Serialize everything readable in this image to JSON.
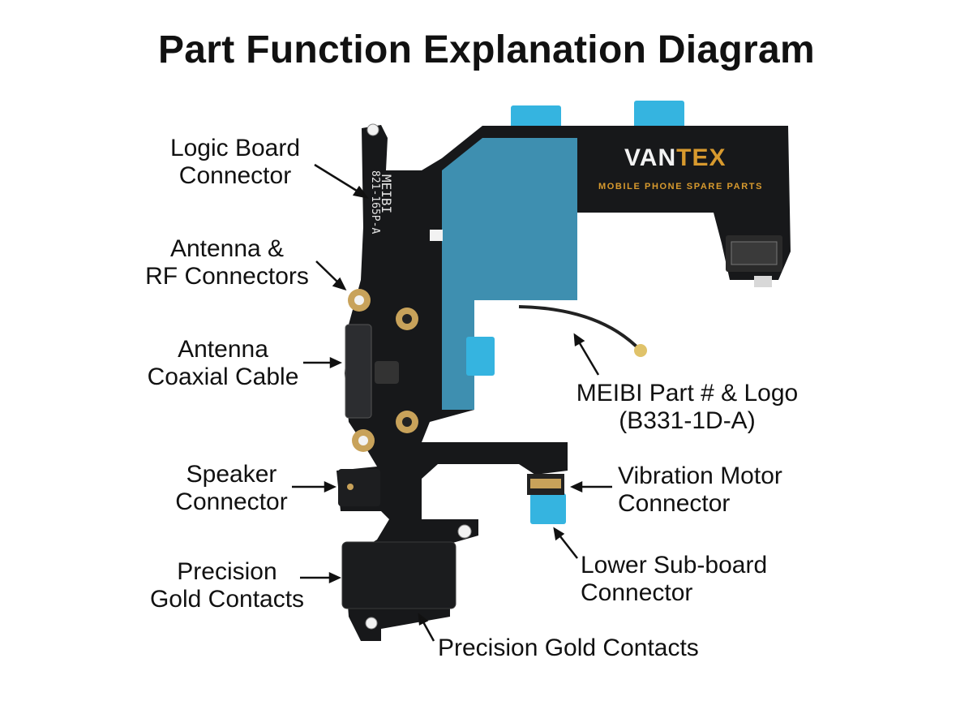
{
  "title": "Part Function Explanation Diagram",
  "brand": {
    "name_main": "VAN",
    "name_accent": "TEX",
    "tagline": "MOBILE PHONE SPARE PARTS"
  },
  "pcb_print": {
    "logo": "MEIBI",
    "part_code": "821-165P-A"
  },
  "labels": {
    "logic_board": [
      "Logic Board",
      "Connector"
    ],
    "antenna_rf": [
      "Antenna &",
      "RF Connectors"
    ],
    "coax_cable": [
      "Antenna",
      "Coaxial Cable"
    ],
    "meibi_part": [
      "MEIBI Part # & Logo",
      "(B331-1D-A)"
    ],
    "speaker": [
      "Speaker",
      "Connector"
    ],
    "vibration": [
      "Vibration Motor",
      "Connector"
    ],
    "lower_sub": [
      "Lower Sub-board",
      "Connector"
    ],
    "gold_left": [
      "Precision",
      "Gold Contacts"
    ],
    "gold_bottom": [
      "Precision Gold Contacts"
    ]
  },
  "colors": {
    "pcb": "#17181a",
    "stiffener": "#3e8fb0",
    "tape": "#35b4e0",
    "gold": "#c8a25a",
    "accent": "#d89a2e"
  }
}
